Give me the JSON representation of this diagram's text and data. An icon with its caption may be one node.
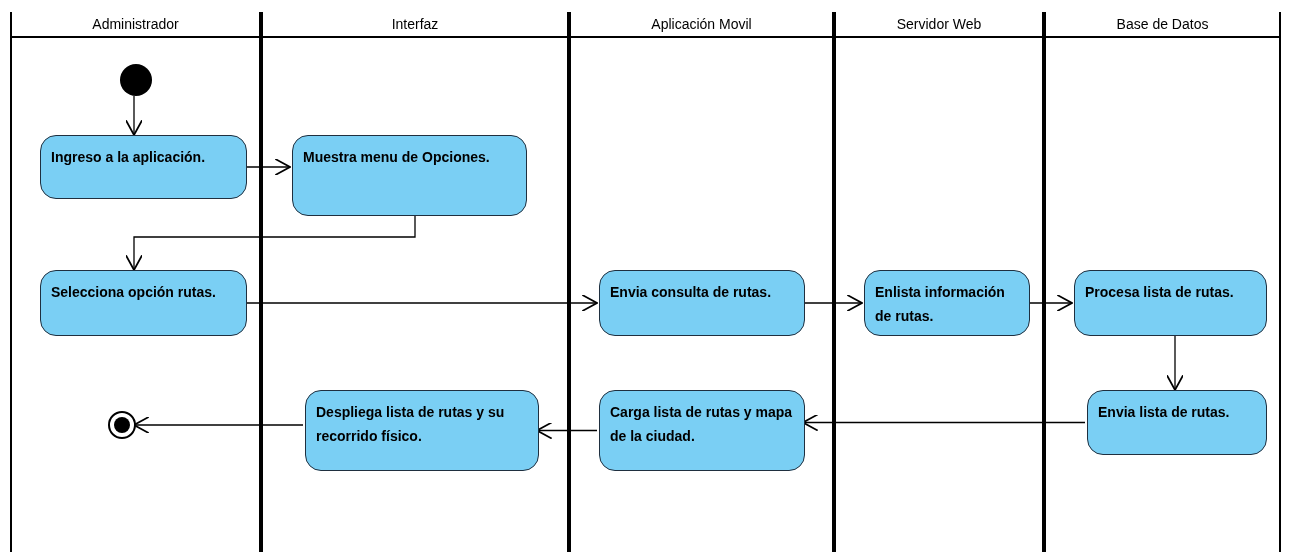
{
  "diagram": {
    "nodes": [
      {
        "text": [
          "Administrador"
        ]
      },
      {
        "text": [
          "Interfaz"
        ]
      },
      {
        "text": [
          "Aplicación Movil"
        ]
      },
      {
        "text": [
          "Servidor Web"
        ]
      },
      {
        "text": [
          "Base de Datos"
        ]
      },
      {
        "text": [],
        "shape": "circle",
        "in": 0
      },
      {
        "text": [
          "Ingreso a la aplicación."
        ],
        "in": 0
      },
      {
        "text": [
          "Muestra menu de Opciones."
        ],
        "in": 1
      },
      {
        "text": [
          "Selecciona opción rutas."
        ],
        "in": 0
      },
      {
        "text": [
          "Envia consulta de rutas."
        ],
        "in": 2
      },
      {
        "text": [
          "Enlista  información de rutas."
        ],
        "in": 3
      },
      {
        "text": [
          "Procesa lista de rutas."
        ],
        "in": 4
      },
      {
        "text": [
          "Envia lista de rutas."
        ],
        "in": 4
      },
      {
        "text": [
          "Carga lista de rutas y mapa de la ciudad."
        ],
        "in": 2
      },
      {
        "text": [
          "Despliega lista de rutas y su recorrido físico."
        ],
        "in": 1
      },
      {
        "text": [],
        "shape": "circle",
        "in": 0
      }
    ],
    "edges": [
      {
        "from": 5,
        "to": 6,
        "arrow": "to"
      },
      {
        "from": 6,
        "to": 7,
        "arrow": "to"
      },
      {
        "from": 7,
        "to": 8,
        "arrow": "to"
      },
      {
        "from": 8,
        "to": 9,
        "arrow": "to"
      },
      {
        "from": 9,
        "to": 10,
        "arrow": "to"
      },
      {
        "from": 10,
        "to": 11,
        "arrow": "to"
      },
      {
        "from": 11,
        "to": 12,
        "arrow": "to"
      },
      {
        "from": 12,
        "to": 13,
        "arrow": "to"
      },
      {
        "from": 13,
        "to": 14,
        "arrow": "to"
      },
      {
        "from": 14,
        "to": 15,
        "arrow": "to"
      }
    ]
  }
}
